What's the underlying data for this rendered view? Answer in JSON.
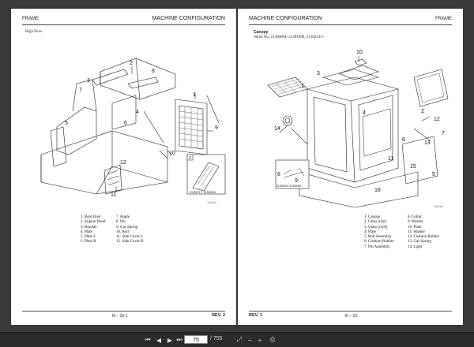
{
  "left_page": {
    "section": "FRAME",
    "title": "MACHINE CONFIGURATION",
    "subtitle": "High Flow",
    "inset_label": "2",
    "inset_serial": "21300717~21300924",
    "drawing_id": "7a01e4",
    "callouts": [
      "1",
      "2",
      "3",
      "4",
      "5",
      "6",
      "7",
      "8",
      "9",
      "10",
      "11",
      "12"
    ],
    "parts_col1": [
      "1. Rear Door",
      "2. Engine Hood",
      "3. Bracket",
      "4. Plate",
      "5. Plate L",
      "6. Plate R"
    ],
    "parts_col2": [
      "7. Angle",
      "8. Pin",
      "9. Gas Spring",
      "10. Rod",
      "11. Side Cover L",
      "12. Side Cover R"
    ],
    "page_number": "III – 22-1",
    "revision": "REV. 2"
  },
  "right_page": {
    "section": "FRAME",
    "title": "MACHINE CONFIGURATION",
    "subtitle_bold": "Canopy",
    "subtitle_serial": "Serial No. 21300004~21301000, 21302233~",
    "inset_serial": "21300004~21300000",
    "drawing_id": "7a01e4",
    "callouts": [
      "1",
      "2",
      "3",
      "4",
      "5",
      "6",
      "7",
      "8",
      "9",
      "10",
      "11",
      "12",
      "13",
      "14",
      "15",
      "16"
    ],
    "parts_col1": [
      "1. Canopy",
      "2. Glass [rear]",
      "3. Glass [roof]",
      "4. Plate",
      "5. Bolt Assembly",
      "6. Cushion Rubber",
      "7. Pin Assembly"
    ],
    "parts_col2": [
      "8. Collar",
      "9. Washer",
      "10. Plate",
      "11. Washer",
      "12. Cushion Rubber",
      "13. Gas Spring",
      "14. Light"
    ],
    "page_number": "III – 23",
    "revision": "REV. 1"
  },
  "toolbar": {
    "current_page": "75",
    "total_pages": "/ 755",
    "icons": [
      "first-page-icon",
      "prev-page-icon",
      "next-page-icon",
      "last-page-icon",
      "fit-page-icon",
      "zoom-out-icon",
      "zoom-in-icon",
      "print-icon"
    ]
  }
}
